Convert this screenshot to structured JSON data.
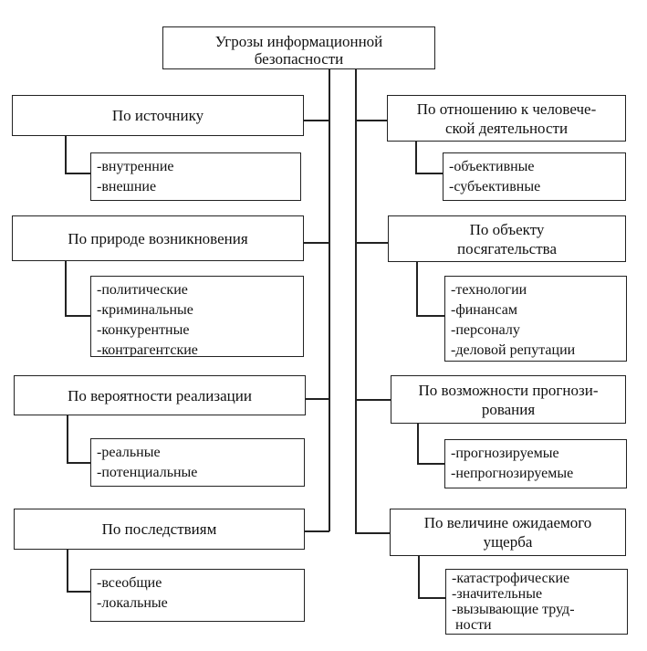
{
  "root": {
    "line1": "Угрозы информационной",
    "line2": "безопасности"
  },
  "left": [
    {
      "title_lines": [
        "По источнику"
      ],
      "items": [
        "-внутренние",
        "-внешние"
      ]
    },
    {
      "title_lines": [
        "По природе возникновения"
      ],
      "items": [
        "-политические",
        "-криминальные",
        "-конкурентные",
        "-контрагентские"
      ]
    },
    {
      "title_lines": [
        "По вероятности реализации"
      ],
      "items": [
        "-реальные",
        "-потенциальные"
      ]
    },
    {
      "title_lines": [
        "По последствиям"
      ],
      "items": [
        "-всеобщие",
        "-локальные"
      ]
    }
  ],
  "right": [
    {
      "title_lines": [
        "По отношению к человече-",
        "ской деятельности"
      ],
      "items": [
        "-объективные",
        "-субъективные"
      ]
    },
    {
      "title_lines": [
        "По объекту",
        "посягательства"
      ],
      "items": [
        "-технологии",
        "-финансам",
        "-персоналу",
        "-деловой репутации"
      ]
    },
    {
      "title_lines": [
        "По возможности прогнози-",
        "рования"
      ],
      "items": [
        "-прогнозируемые",
        "-непрогнозируемые"
      ]
    },
    {
      "title_lines": [
        "По величине ожидаемого",
        "ущерба"
      ],
      "items": [
        "-катастрофические",
        "-значительные",
        "-вызывающие труд-",
        "ности"
      ]
    }
  ]
}
